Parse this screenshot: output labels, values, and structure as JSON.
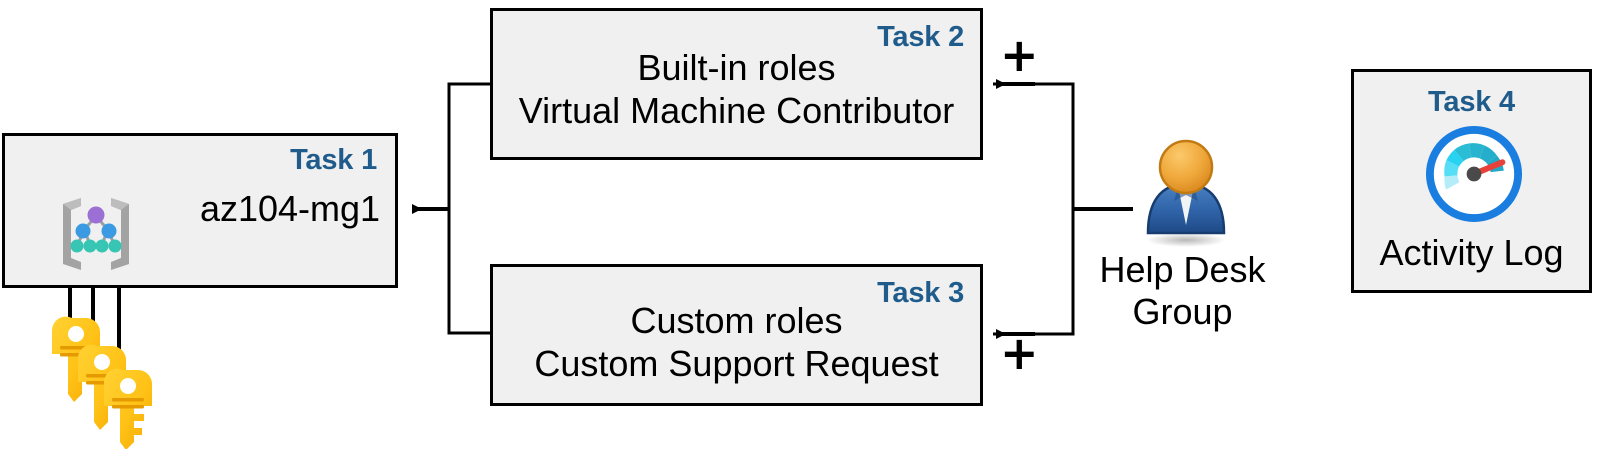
{
  "diagram": {
    "title": "Azure RBAC task diagram",
    "accent_color": "#1F5C8B",
    "box_fill": "#f0f0f0",
    "box_border": "#000000",
    "connector_color": "#000000"
  },
  "task1": {
    "badge": "Task 1",
    "label": "az104-mg1",
    "icon": "management-group-icon"
  },
  "task2": {
    "badge": "Task 2",
    "line1": "Built-in roles",
    "line2": "Virtual Machine Contributor",
    "operator": "+"
  },
  "task3": {
    "badge": "Task 3",
    "line1": "Custom roles",
    "line2": "Custom Support Request",
    "operator": "+"
  },
  "task4": {
    "badge": "Task 4",
    "label": "Activity Log",
    "icon": "activity-log-gauge-icon"
  },
  "group": {
    "line1": "Help Desk",
    "line2": "Group",
    "icon": "user-group-icon"
  },
  "keys": {
    "icon": "keys-icon",
    "count": 3
  }
}
